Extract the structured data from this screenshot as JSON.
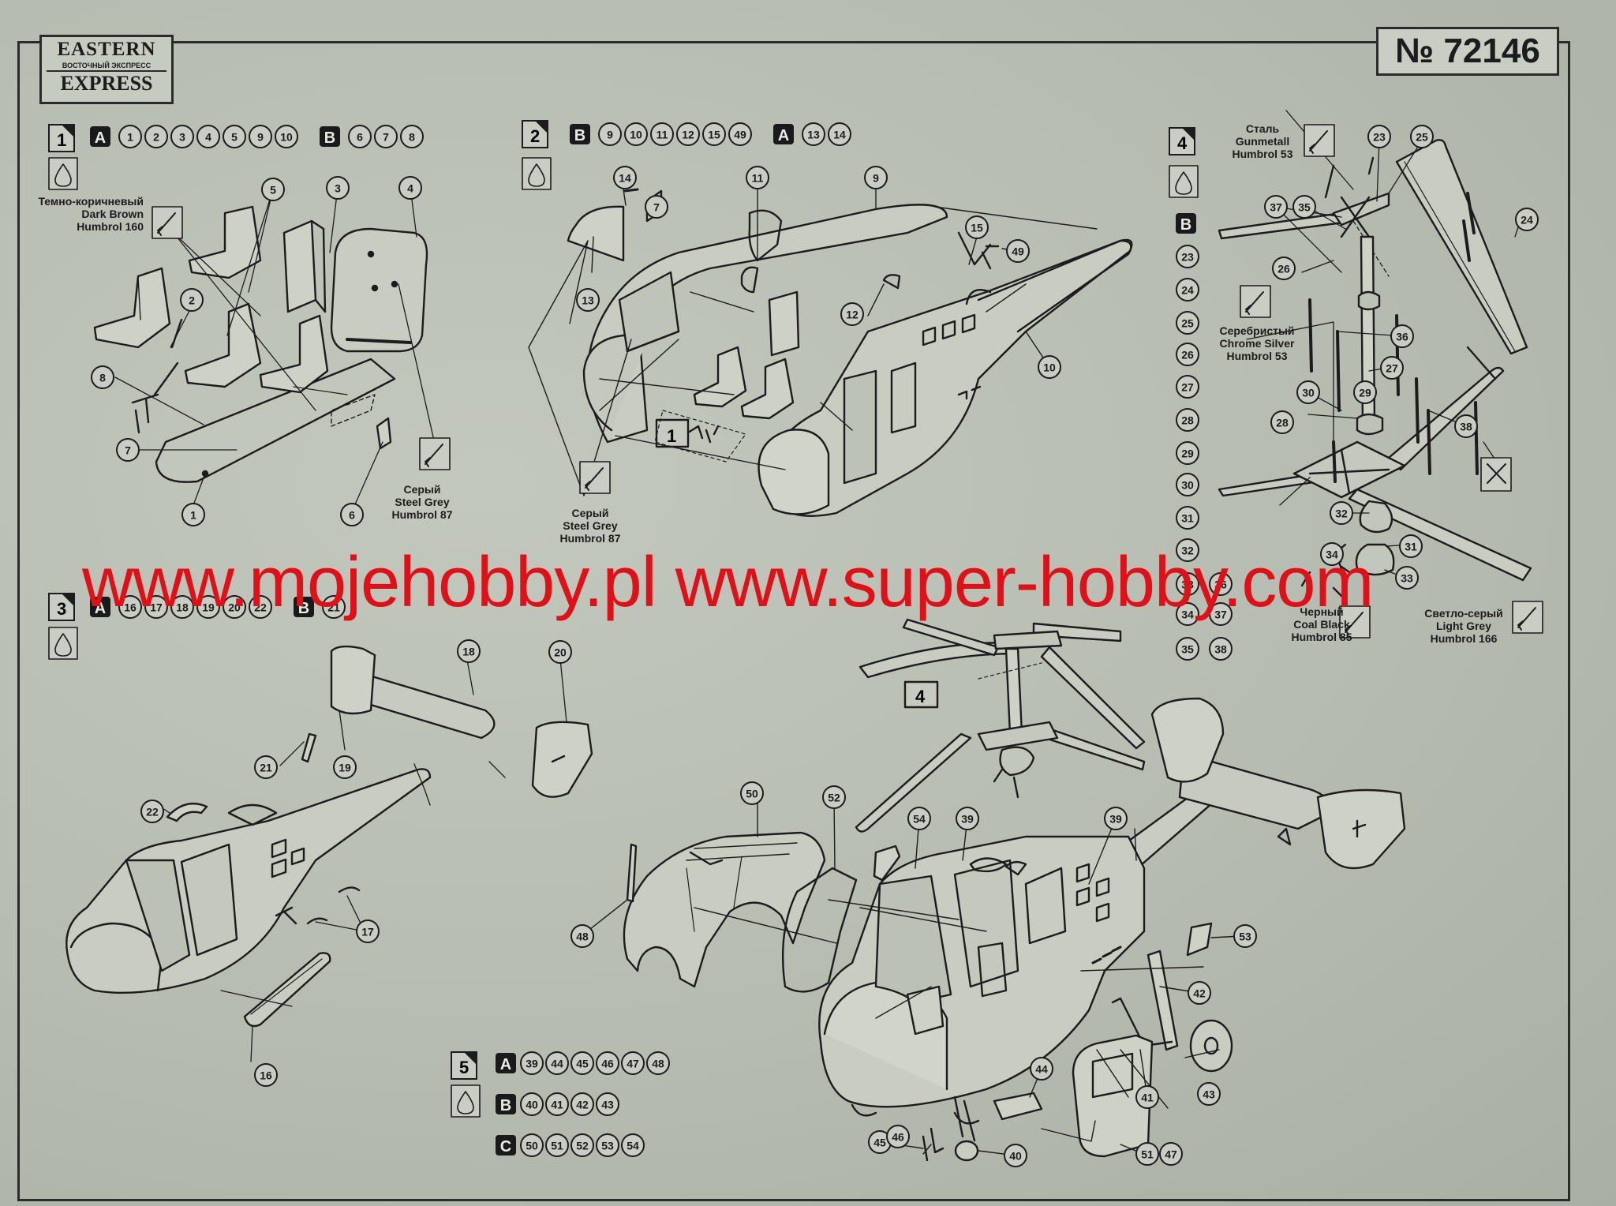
{
  "brand": {
    "line1": "EASTERN",
    "line2": "ВОСТОЧНЫЙ ЭКСПРЕСС",
    "line3": "EXPRESS"
  },
  "kit_number": "№ 72146",
  "watermark": "www.mojehobby.pl www.super-hobby.com",
  "steps": [
    {
      "number": "1",
      "groups": [
        {
          "sprue": "A",
          "parts": [
            "1",
            "2",
            "3",
            "4",
            "5",
            "9",
            "10"
          ]
        },
        {
          "sprue": "B",
          "parts": [
            "6",
            "7",
            "8"
          ]
        }
      ]
    },
    {
      "number": "2",
      "groups": [
        {
          "sprue": "B",
          "parts": [
            "9",
            "10",
            "11",
            "12",
            "15",
            "49"
          ]
        },
        {
          "sprue": "A",
          "parts": [
            "13",
            "14"
          ]
        }
      ]
    },
    {
      "number": "3",
      "groups": [
        {
          "sprue": "A",
          "parts": [
            "16",
            "17",
            "18",
            "19",
            "20",
            "22"
          ]
        },
        {
          "sprue": "B",
          "parts": [
            "21"
          ]
        }
      ]
    },
    {
      "number": "4",
      "groups": [
        {
          "sprue": "B",
          "parts": [
            "23",
            "24",
            "25",
            "26",
            "27",
            "28",
            "29",
            "30",
            "31",
            "32",
            "33",
            "34",
            "35",
            "36",
            "37",
            "38"
          ]
        }
      ]
    },
    {
      "number": "5",
      "groups": [
        {
          "sprue": "A",
          "parts": [
            "39",
            "44",
            "45",
            "46",
            "47",
            "48"
          ]
        },
        {
          "sprue": "B",
          "parts": [
            "40",
            "41",
            "42",
            "43"
          ]
        },
        {
          "sprue": "C",
          "parts": [
            "50",
            "51",
            "52",
            "53",
            "54"
          ]
        }
      ]
    }
  ],
  "subassembly_refs": {
    "step2_ref": "1",
    "step5_ref": "4"
  },
  "paints": [
    {
      "ru": "Темно-коричневый",
      "en": "Dark Brown",
      "code": "Humbrol 160"
    },
    {
      "ru": "Серый",
      "en": "Steel Grey",
      "code": "Humbrol 87"
    },
    {
      "ru": "Серый",
      "en": "Steel Grey",
      "code": "Humbrol 87"
    },
    {
      "ru": "Сталь",
      "en": "Gunmetall",
      "code": "Humbrol 53"
    },
    {
      "ru": "Серебристый",
      "en": "Chrome Silver",
      "code": "Humbrol 53"
    },
    {
      "ru": "Черный",
      "en": "Coal Black",
      "code": "Humbrol 85"
    },
    {
      "ru": "Светло-серый",
      "en": "Light Grey",
      "code": "Humbrol 166"
    }
  ],
  "callouts": {
    "step1": [
      "1",
      "2",
      "3",
      "4",
      "5",
      "6",
      "7",
      "8"
    ],
    "step2": [
      "7",
      "9",
      "10",
      "11",
      "12",
      "13",
      "14",
      "15",
      "49"
    ],
    "step3": [
      "16",
      "17",
      "18",
      "19",
      "20",
      "21",
      "22"
    ],
    "step4": [
      "23",
      "24",
      "25",
      "26",
      "27",
      "28",
      "29",
      "30",
      "31",
      "32",
      "33",
      "34",
      "35",
      "36",
      "37",
      "38"
    ],
    "step5": [
      "39",
      "39",
      "40",
      "41",
      "42",
      "43",
      "44",
      "45",
      "46",
      "47",
      "48",
      "50",
      "51",
      "52",
      "53",
      "54"
    ]
  },
  "colors": {
    "background": "#b3b9ad",
    "ink": "#1c1c1c",
    "watermark": "#e10f18",
    "sprue_box": "#1a1a1a"
  }
}
